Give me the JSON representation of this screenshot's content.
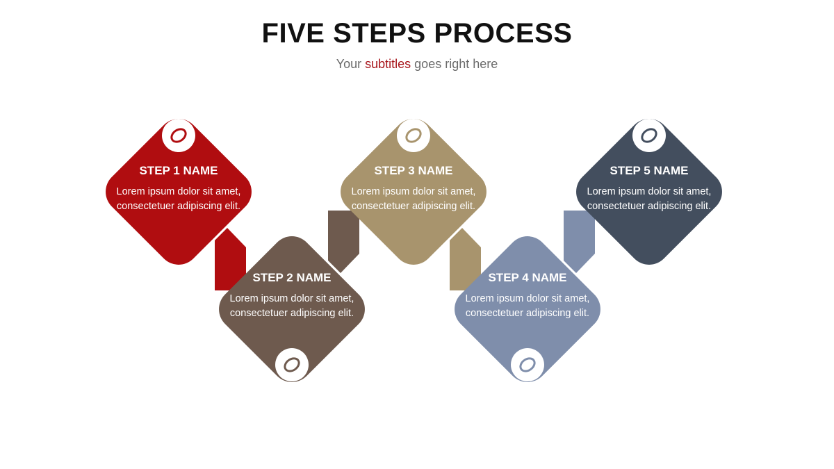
{
  "slide": {
    "title": "FIVE STEPS PROCESS",
    "subtitle_before": "Your ",
    "subtitle_highlight": "subtitles",
    "subtitle_after": " goes right here"
  },
  "colors": {
    "accent": "#a8151b",
    "step1": "#b00d10",
    "step2": "#6e5a4e",
    "step3": "#a8946d",
    "step4": "#7f8eab",
    "step5": "#434e5e"
  },
  "steps": [
    {
      "title": "STEP 1 NAME",
      "description": "Lorem ipsum dolor sit amet, consectetuer adipiscing elit.",
      "icon": "ring-icon"
    },
    {
      "title": "STEP 2 NAME",
      "description": "Lorem ipsum dolor sit amet, consectetuer adipiscing elit.",
      "icon": "ring-icon"
    },
    {
      "title": "STEP 3 NAME",
      "description": "Lorem ipsum dolor sit amet, consectetuer adipiscing elit.",
      "icon": "ring-icon"
    },
    {
      "title": "STEP 4 NAME",
      "description": "Lorem ipsum dolor sit amet, consectetuer adipiscing elit.",
      "icon": "ring-icon"
    },
    {
      "title": "STEP 5 NAME",
      "description": "Lorem ipsum dolor sit amet, consectetuer adipiscing elit.",
      "icon": "ring-icon"
    }
  ]
}
